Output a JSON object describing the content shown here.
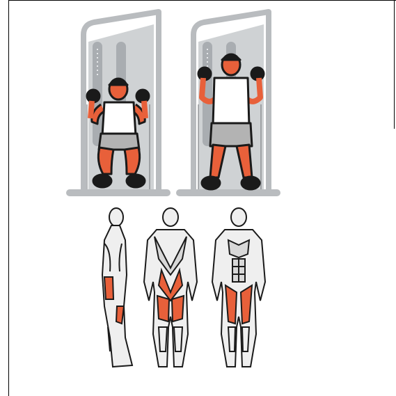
{
  "illustration": {
    "subject": "cable-machine-squat",
    "colors": {
      "machine": "#b9bcbf",
      "machine_dark": "#9ea2a6",
      "skin": "#e8603a",
      "shirt": "#ffffff",
      "shorts": "#b3b3b3",
      "outline": "#1a1a1a",
      "muscle_highlight": "#e8603a",
      "muscle_base": "#efefef"
    },
    "icons": [
      "squat-start-figure",
      "squat-end-figure",
      "muscle-map-side",
      "muscle-map-back",
      "muscle-map-front"
    ]
  }
}
